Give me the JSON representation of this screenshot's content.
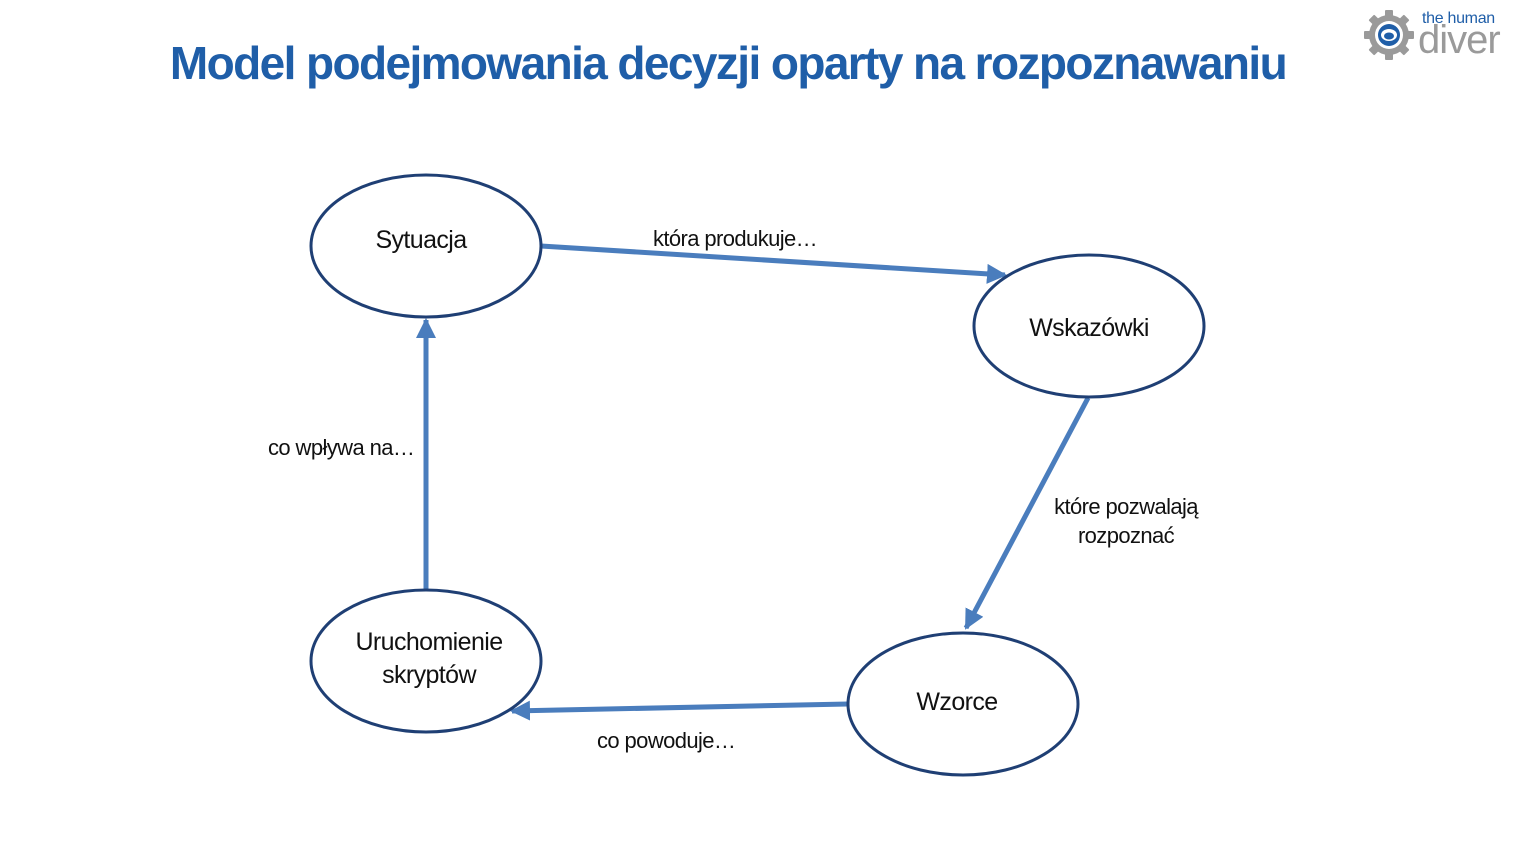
{
  "title": "Model podejmowania decyzji oparty na rozpoznawaniu",
  "logo": {
    "small_text": "the human",
    "big_text": "diver",
    "icon": "gear-diver-mask-icon"
  },
  "colors": {
    "title": "#1f5ea8",
    "node_stroke": "#1f3f74",
    "arrow": "#4a7dbd"
  },
  "nodes": {
    "sytuacja": "Sytuacja",
    "wskazowki": "Wskazówki",
    "wzorce": "Wzorce",
    "skrypty_line1": "Uruchomienie",
    "skrypty_line2": "skryptów"
  },
  "edges": {
    "sytuacja_wskazowki": "która produkuje…",
    "wskazowki_wzorce_line1": "które pozwalają",
    "wskazowki_wzorce_line2": "rozpoznać",
    "wzorce_skrypty": "co powoduje…",
    "skrypty_sytuacja": "co wpływa na…"
  }
}
